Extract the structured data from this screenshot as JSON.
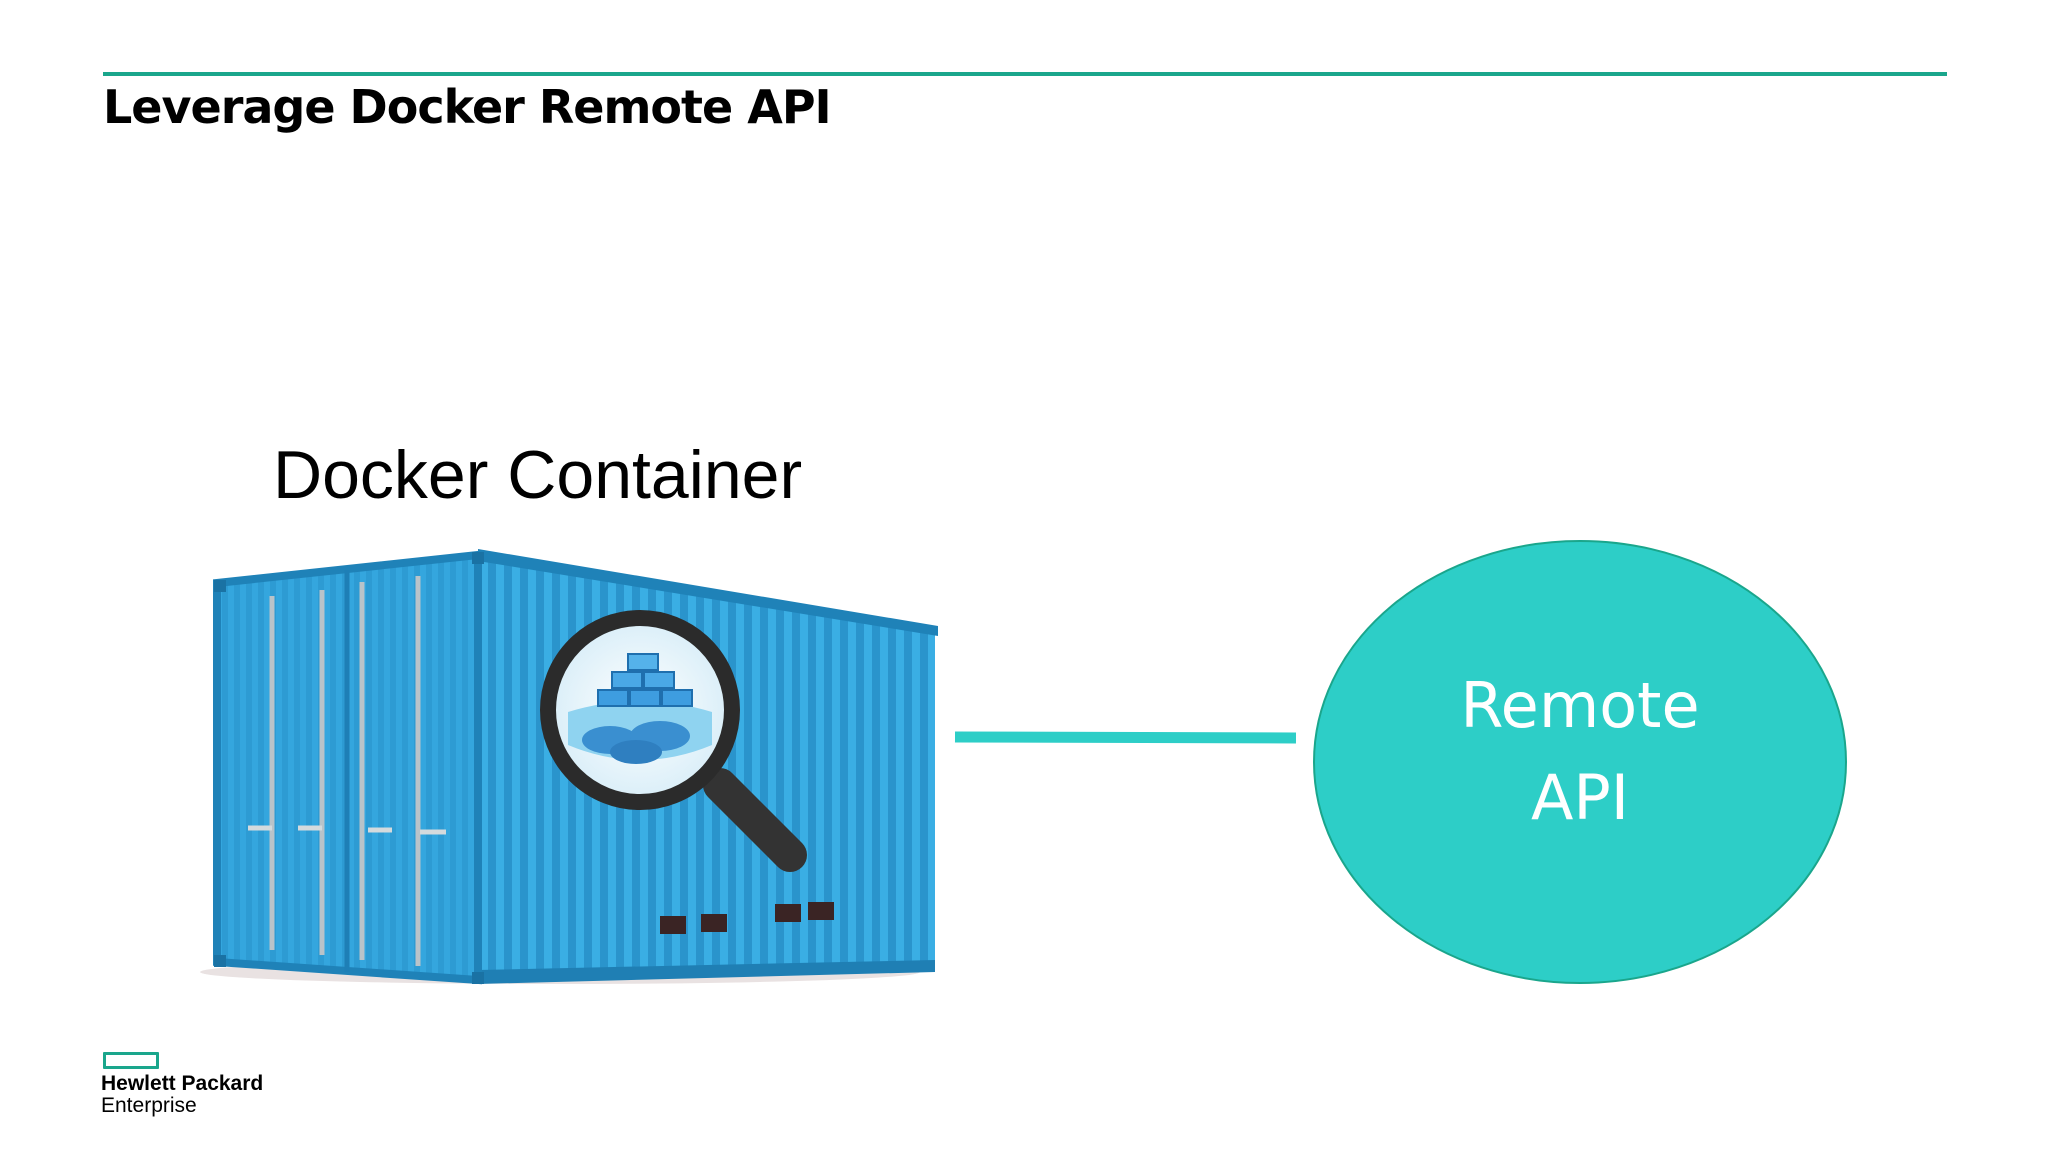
{
  "slide": {
    "title": "Leverage Docker Remote API"
  },
  "diagram": {
    "container_label": "Docker Container",
    "api_node": {
      "line1": "Remote",
      "line2": "API"
    }
  },
  "logo": {
    "line1": "Hewlett Packard",
    "line2": "Enterprise"
  },
  "colors": {
    "accent": "#1aa68c",
    "api_circle_fill": "#2dcec7",
    "container_blue": "#2f9fd8",
    "connector": "#2dcec7"
  },
  "icons": {
    "container": "shipping-container",
    "magnifier": "magnifying-glass",
    "docker": "docker-whale"
  }
}
